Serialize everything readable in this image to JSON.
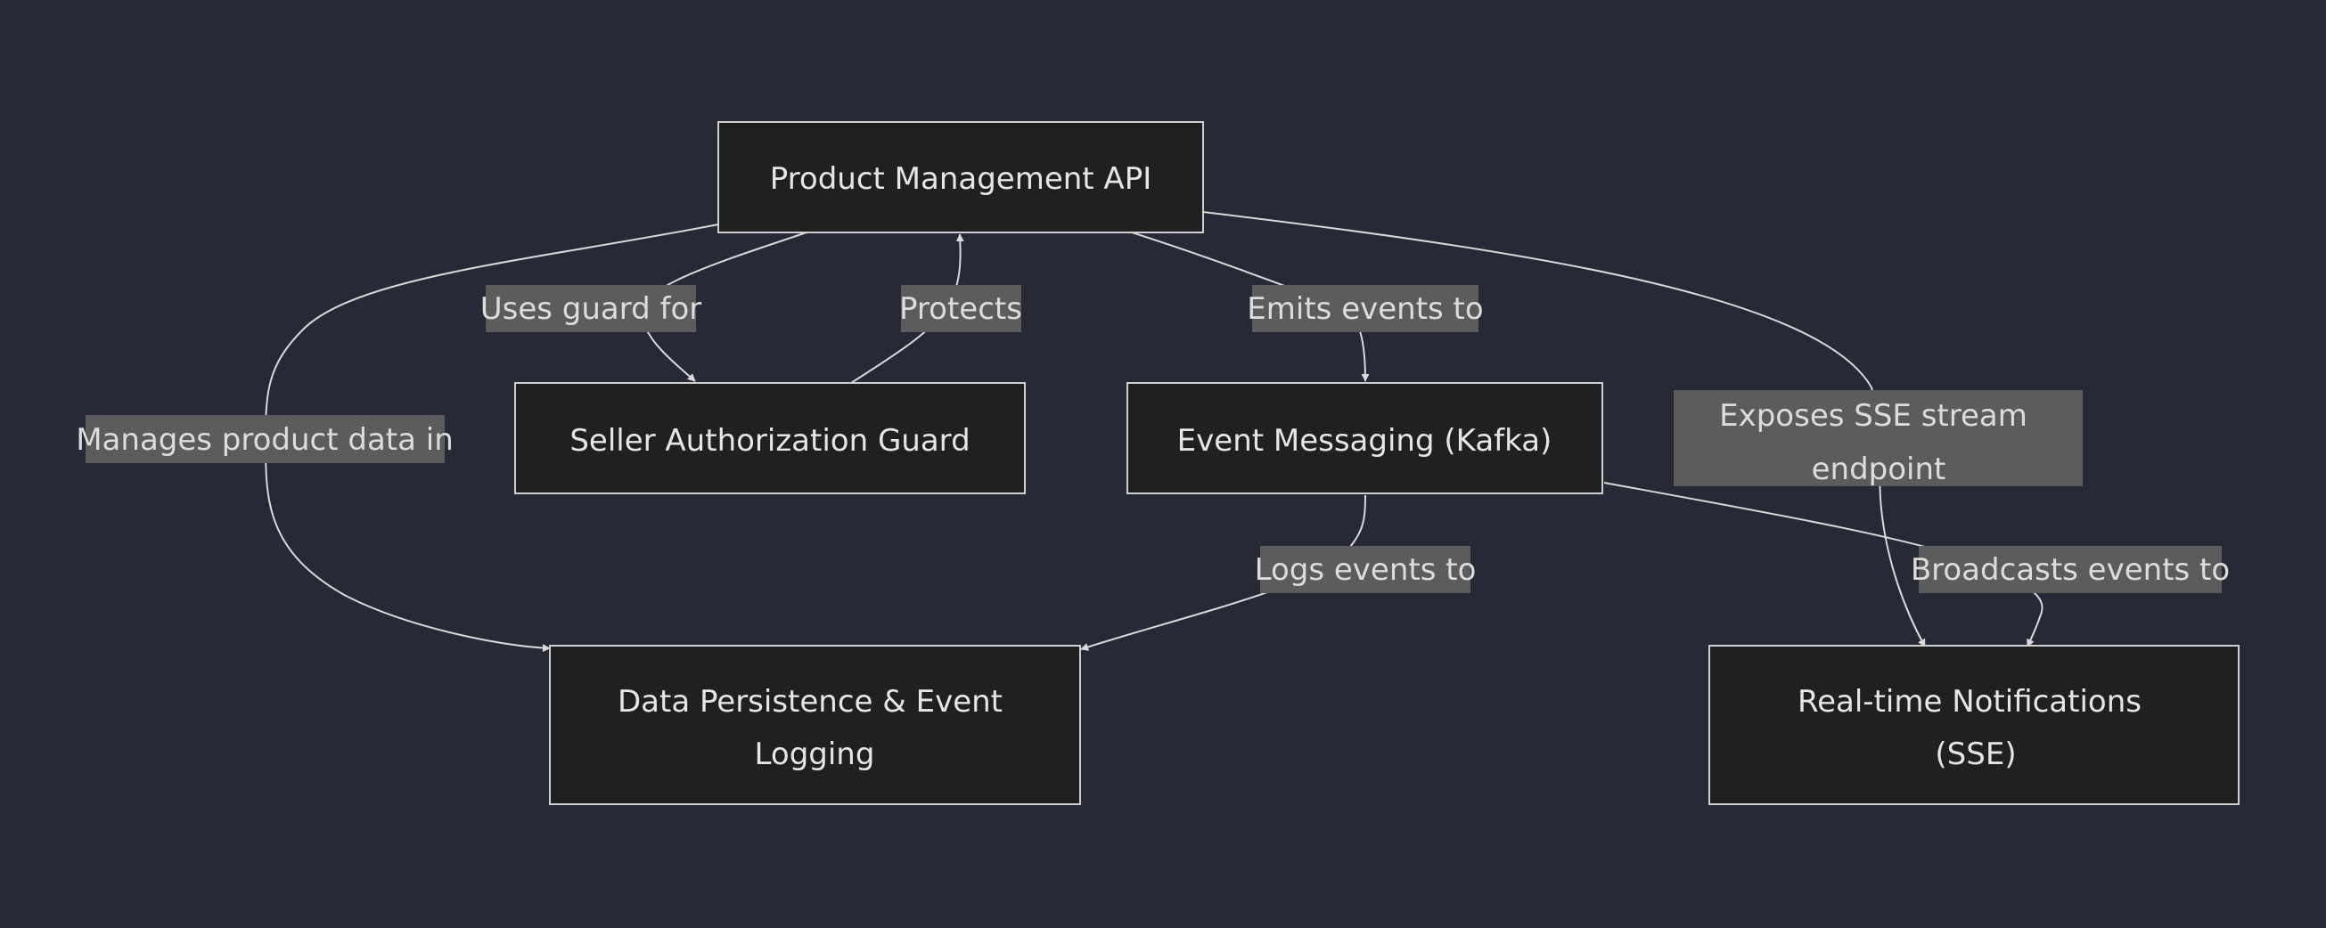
{
  "diagram": {
    "nodes": {
      "product_api": {
        "lines": [
          "Product Management API"
        ]
      },
      "seller_guard": {
        "lines": [
          "Seller Authorization Guard"
        ]
      },
      "event_messaging": {
        "lines": [
          "Event Messaging (Kafka)"
        ]
      },
      "data_persistence": {
        "lines": [
          "Data Persistence & Event",
          "Logging"
        ]
      },
      "realtime_notifications": {
        "lines": [
          "Real-time Notifications",
          "(SSE)"
        ]
      }
    },
    "edges": {
      "uses_guard": {
        "label": [
          "Uses guard for"
        ]
      },
      "protects": {
        "label": [
          "Protects"
        ]
      },
      "emits_events": {
        "label": [
          "Emits events to"
        ]
      },
      "manages_data": {
        "label": [
          "Manages product data in"
        ]
      },
      "exposes_sse": {
        "label": [
          "Exposes SSE stream",
          "endpoint"
        ]
      },
      "logs_events": {
        "label": [
          "Logs events to"
        ]
      },
      "broadcasts_events": {
        "label": [
          "Broadcasts events to"
        ]
      }
    }
  }
}
